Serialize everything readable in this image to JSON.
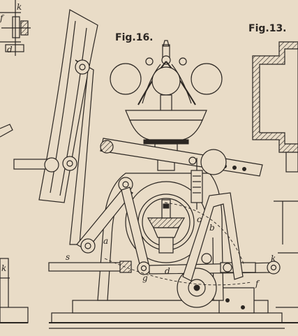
{
  "figures": {
    "main_title": "Fig.16.",
    "right_title": "Fig.13."
  },
  "labels": {
    "a": "a",
    "b": "b",
    "c": "c",
    "d": "d",
    "f": "f",
    "g": "g",
    "k": "k",
    "s": "s",
    "left_k": "k",
    "left_d": "d",
    "left_f": "f",
    "left_k2": "k"
  }
}
